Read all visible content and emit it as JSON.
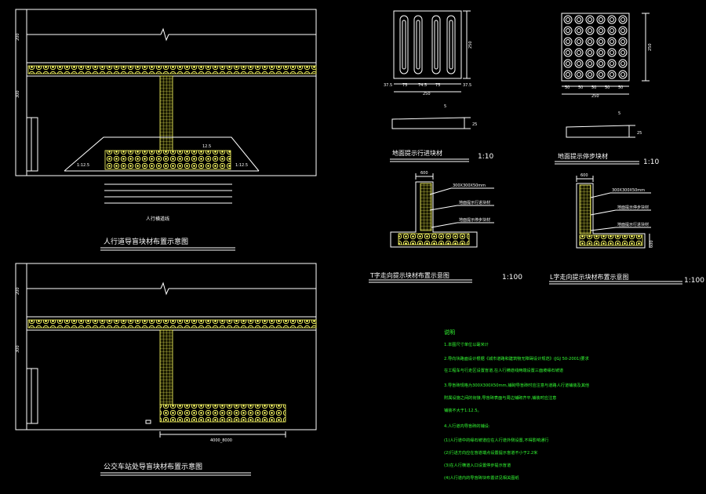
{
  "colors": {
    "background": "#000000",
    "line": "#ffffff",
    "tile": "#ffff66",
    "notes": "#33ff33"
  },
  "panels": {
    "sidewalk": {
      "title": "人行道导盲块材布置示意图",
      "crosswalk_label": "人行横道线",
      "dim_top": "200",
      "dim_side": "300",
      "dim_ramp_left": "1:12.5",
      "dim_ramp_right": "1:12.5",
      "dim_ramp_height": "12.5"
    },
    "bus_stop": {
      "title": "公交车站处导盲块材布置示意图",
      "dim_top": "200",
      "dim_side": "300",
      "dim_length": "4000_8000"
    },
    "guide_tile": {
      "title": "地面提示行进块材",
      "scale": "1:10",
      "dims_bottom": [
        "37.5",
        "75",
        "74.5",
        "75",
        "37.5"
      ],
      "dim_total": "250",
      "dim_height": "250",
      "dim_profile": [
        "5",
        "25"
      ]
    },
    "stop_tile": {
      "title": "地面提示停步块材",
      "scale": "1:10",
      "dims_bottom": [
        "50",
        "50",
        "50",
        "50",
        "50"
      ],
      "dim_total": "250",
      "dim_height": "250",
      "dim_profile": [
        "5",
        "25"
      ]
    },
    "t_junction": {
      "title": "T字走向提示块材布置示意图",
      "scale": "1:100",
      "dim_width": "600",
      "callouts": [
        "300X300X50mm",
        "地面提示行进块材",
        "地面提示停步块材"
      ]
    },
    "l_junction": {
      "title": "L字走向提示块材布置示意图",
      "scale": "1:100",
      "dim_width": "600",
      "dim_side": "600",
      "callouts": [
        "300X300X50mm",
        "地面提示停步块材",
        "地面提示行进块材"
      ]
    }
  },
  "notes": {
    "heading": "说明",
    "lines": [
      "1.本图尺寸单位以毫米计",
      "2.导向块路面设计根据《城市道路和建筑物无障碍设计规范》(JGJ 50-2001)要求",
      "  在工程车与行走区设置盲道,在人行横道线两端设置三面坡缘石坡道",
      "3.导盲砖规格为300X300X50mm,铺砌导盲砖时应注意与道路人行道铺装及其他",
      "  附属设施之间的衔接,导盲砖表面与周边铺砌齐平,铺装时应注意",
      "  铺装不大于1:12.5。",
      "4.人行道内导盲砖的铺设:",
      "  (1)人行道中的缘石坡道应在人行道外侧设置,不得影响通行",
      "  (2)行进方向应在盲道端点设置提示盲道不小于2.2米",
      "  (3)在人行横道入口设置停步提示盲道",
      "  (4)人行道内的导盲砖块布置详见相关图纸"
    ]
  }
}
